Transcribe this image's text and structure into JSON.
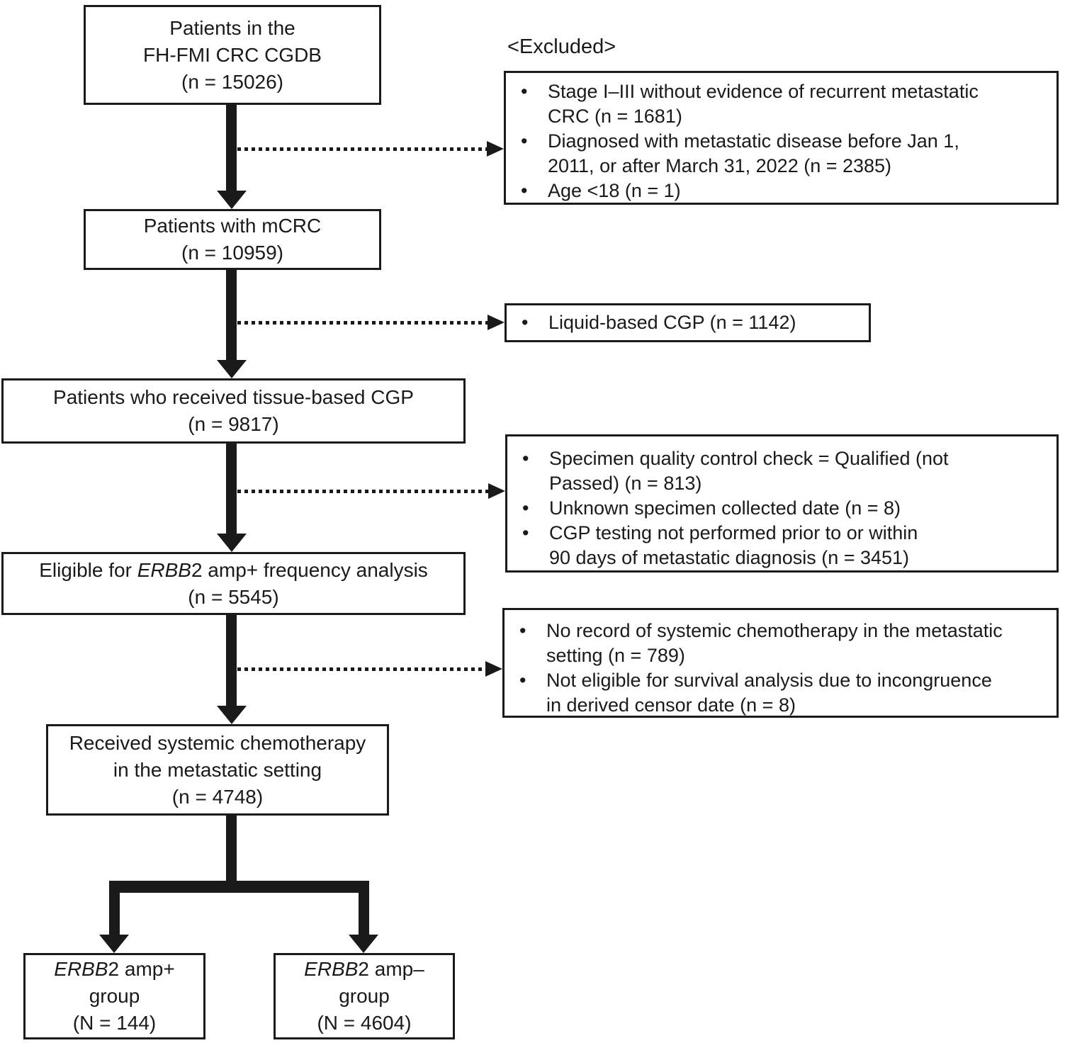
{
  "ink_color": "#1a1a1a",
  "glyphs": {
    "bullet": "•"
  },
  "flow": {
    "box_cgdb": {
      "lines": [
        "Patients in the",
        "FH-FMI CRC CGDB",
        "(n = 15026)"
      ]
    },
    "box_mcrc": {
      "lines": [
        "Patients with mCRC",
        "(n = 10959)"
      ]
    },
    "box_tissue": {
      "lines": [
        "Patients who received tissue-based CGP",
        "(n = 9817)"
      ]
    },
    "box_eligible": {
      "line1_pre": "Eligible for ",
      "line1_gene": "ERBB",
      "line1_rest": "2 amp+ frequency analysis",
      "line2": "(n = 5545)"
    },
    "box_chemo": {
      "lines": [
        "Received systemic chemotherapy",
        "in the metastatic setting",
        "(n = 4748)"
      ]
    },
    "box_amp_pos": {
      "line1_gene": "ERBB",
      "line1_rest": "2 amp+",
      "line2": "group",
      "line3": "(N = 144)"
    },
    "box_amp_neg": {
      "line1_gene": "ERBB",
      "line1_rest": "2 amp–",
      "line2": "group",
      "line3": "(N = 4604)"
    }
  },
  "excluded": {
    "heading": "<Excluded>",
    "box_pre_mcrc": {
      "items": [
        [
          "Stage I–III without evidence of recurrent metastatic",
          "CRC (n = 1681)"
        ],
        [
          "Diagnosed with metastatic disease before Jan 1,",
          "2011, or after March 31, 2022 (n = 2385)"
        ],
        [
          "Age <18 (n = 1)"
        ]
      ]
    },
    "box_liquid": {
      "items": [
        [
          "Liquid-based CGP (n = 1142)"
        ]
      ]
    },
    "box_specimen": {
      "items": [
        [
          "Specimen quality control check = Qualified (not",
          "Passed) (n = 813)"
        ],
        [
          "Unknown specimen collected date (n = 8)"
        ],
        [
          "CGP testing not performed prior to or within",
          "90 days of metastatic diagnosis (n = 3451)"
        ]
      ]
    },
    "box_no_chemo": {
      "items": [
        [
          "No record of systemic chemotherapy in the metastatic",
          "setting (n = 789)"
        ],
        [
          "Not eligible for survival analysis due to incongruence",
          "in derived censor date (n = 8)"
        ]
      ]
    }
  }
}
